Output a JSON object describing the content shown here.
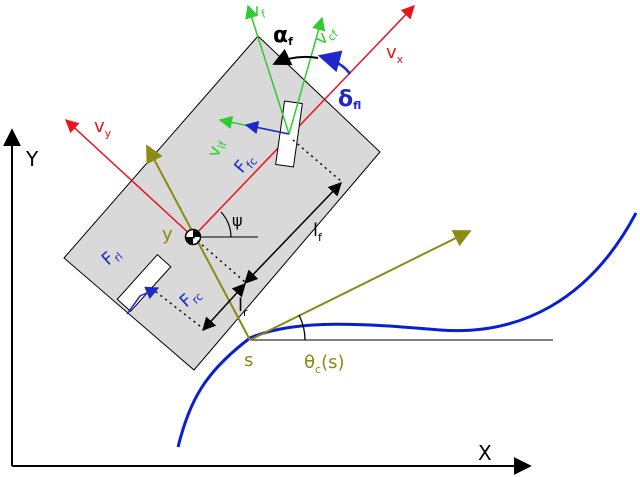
{
  "axes": {
    "x_label": "X",
    "y_label": "Y"
  },
  "vehicle": {
    "heading_angle": "ψ",
    "offset_label": "y",
    "front_length": "l",
    "front_length_sub": "f",
    "rear_length": "l",
    "rear_length_sub": "r"
  },
  "velocities": {
    "vx": "v",
    "vx_sub": "x",
    "vy": "v",
    "vy_sub": "y",
    "vf": "v",
    "vf_sub": "f",
    "vcf": "v",
    "vcf_sub": "cf",
    "vlf": "v",
    "vlf_sub": "lf"
  },
  "angles": {
    "slip": "α",
    "slip_sub": "f",
    "steer": "δ",
    "steer_sub": "fl"
  },
  "forces": {
    "ffc": "F",
    "ffc_sub": "fc",
    "frl": "F",
    "frl_sub": "rl",
    "frc": "F",
    "frc_sub": "rc"
  },
  "path": {
    "s_label": "s",
    "theta_label": "θ",
    "theta_sub": "c",
    "theta_arg": "(s)"
  },
  "colors": {
    "body": "#d9d9d9",
    "red": "#e8141e",
    "green": "#2ecc2e",
    "blue": "#1e28c8",
    "olive": "#8a8a14",
    "path": "#0a1ed2",
    "black": "#000000"
  }
}
